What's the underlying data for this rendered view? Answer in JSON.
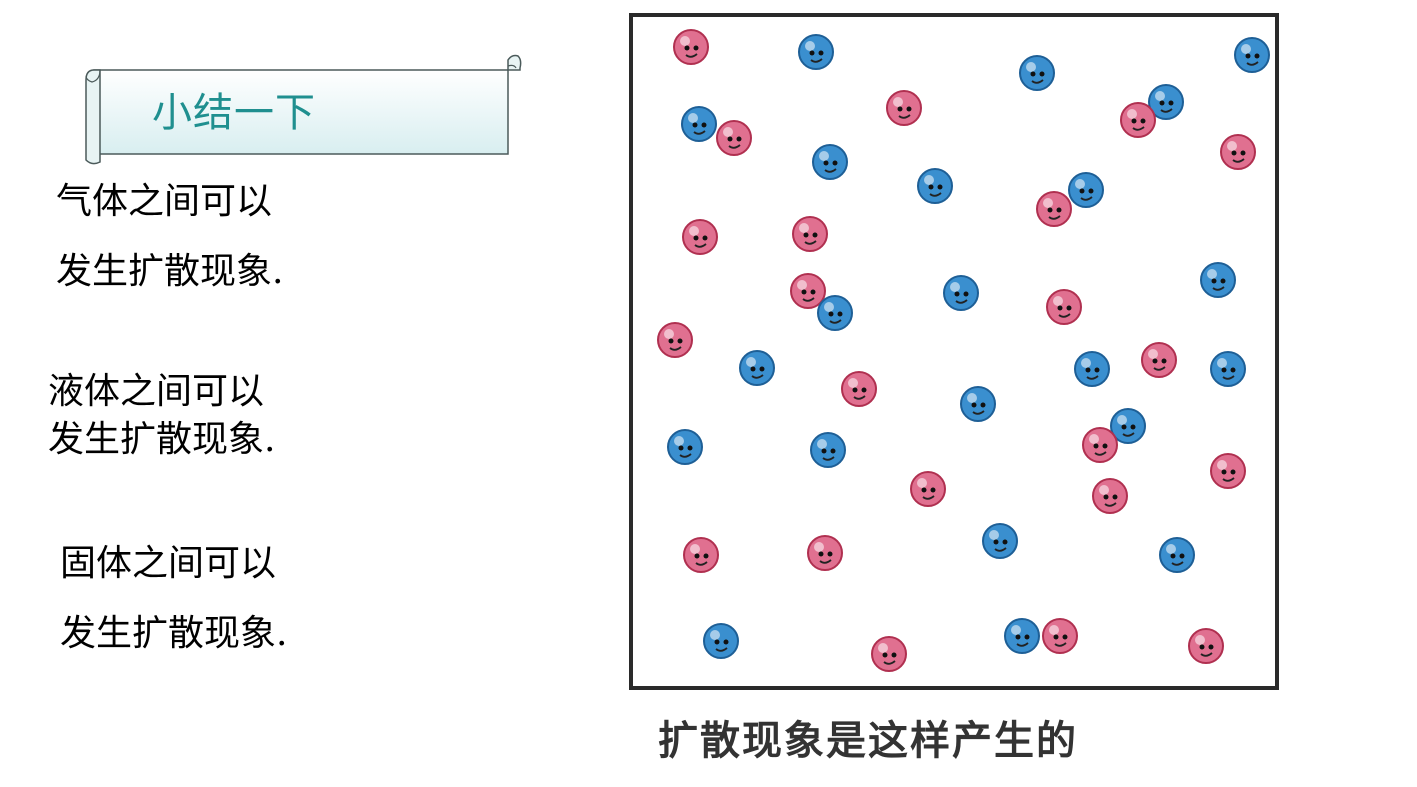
{
  "summary": {
    "title": "小结一下",
    "gas": {
      "line1": "气体之间可以",
      "line2": "发生扩散现象."
    },
    "liquid": {
      "line1": "液体之间可以",
      "line2": "发生扩散现象."
    },
    "solid": {
      "line1": "固体之间可以",
      "line2": "发生扩散现象."
    }
  },
  "figure": {
    "caption": "扩散现象是这样产生的",
    "colors": {
      "pink": "#e07090",
      "blue": "#3a8fcf",
      "pink_dark": "#b03050",
      "blue_dark": "#1e5f96"
    },
    "molecule_icons": [
      "pink-molecule-icon",
      "blue-molecule-icon"
    ]
  }
}
